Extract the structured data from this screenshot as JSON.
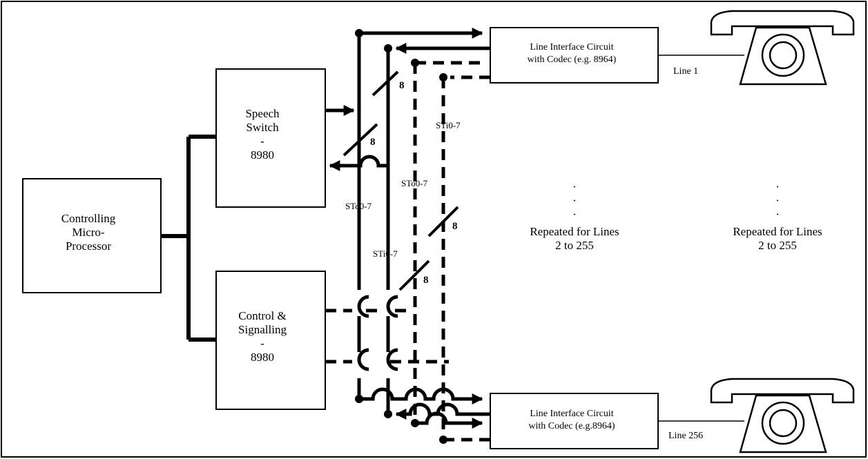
{
  "blocks": {
    "controller": {
      "lines": [
        "Controlling",
        "Micro-",
        "Processor"
      ]
    },
    "speech_switch": {
      "lines": [
        "Speech",
        "Switch",
        "-",
        "8980"
      ]
    },
    "control_signalling": {
      "lines": [
        "Control &",
        "Signalling",
        "-",
        "8980"
      ]
    },
    "lic_top": {
      "lines": [
        "Line Interface Circuit",
        "with Codec (e.g. 8964)"
      ]
    },
    "lic_bottom": {
      "lines": [
        "Line Interface Circuit",
        "with Codec (e.g.8964)"
      ]
    }
  },
  "line_labels": {
    "top": "Line 1",
    "bottom": "Line 256"
  },
  "bus_labels": {
    "sti_upper": "STi0-7",
    "sto_dashed": "STo0-7",
    "sto_left": "STo0-7",
    "sti_lower": "STi0-7"
  },
  "bus_widths": [
    "8",
    "8",
    "8",
    "8"
  ],
  "repeated": {
    "left": {
      "dots": "·",
      "line1": "Repeated for Lines",
      "line2": "2 to 255"
    },
    "right": {
      "dots": "·",
      "line1": "Repeated for Lines",
      "line2": "2 to 255"
    }
  }
}
